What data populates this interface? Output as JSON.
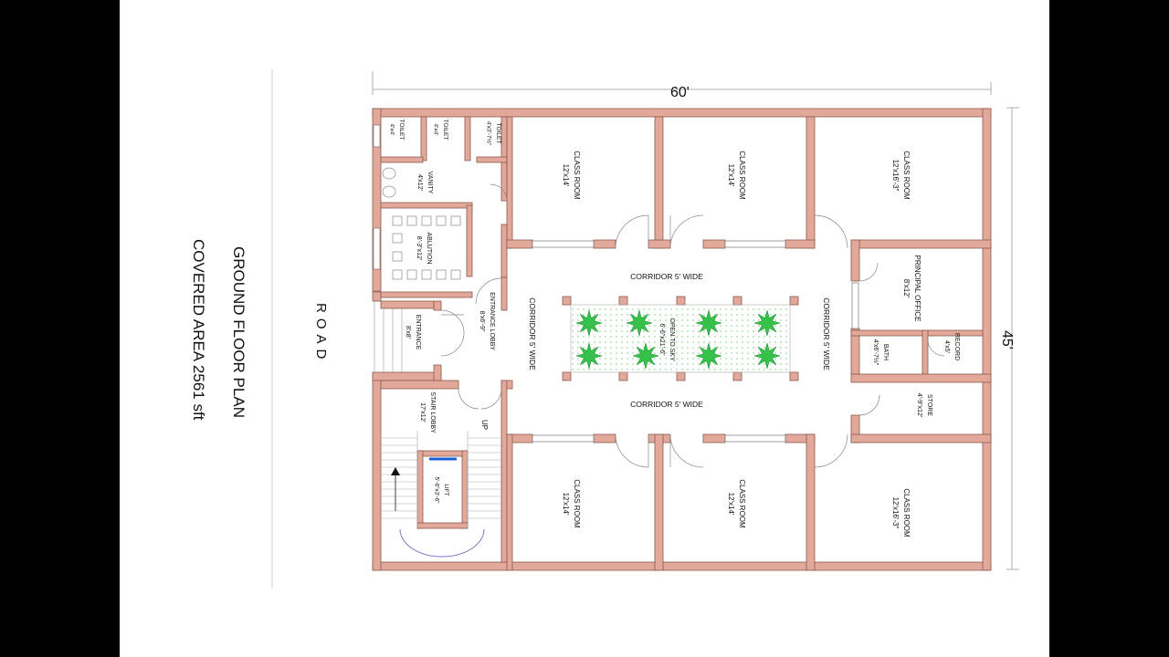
{
  "title": {
    "line1": "GROUND FLOOR PLAN",
    "line2": "COVERED AREA 2561 sft"
  },
  "road_label": "ROAD",
  "dimensions": {
    "width": "60'",
    "depth": "45'"
  },
  "rooms": {
    "toilet_1": {
      "name": "TOILET",
      "size": "4'x4'"
    },
    "toilet_2": {
      "name": "TOILET",
      "size": "4'x4'"
    },
    "toilet_3": {
      "name": "TOILET",
      "size": "4'x3'-7½\""
    },
    "vanity": {
      "name": "VANITY",
      "size": "4'x12'"
    },
    "ablution": {
      "name": "ABLUTION",
      "size": "8'-3\"x12'"
    },
    "entrance": {
      "name": "ENTRANCE",
      "size": "8'x8'"
    },
    "entrance_lobby": {
      "name": "ENTRANCE LOBBY",
      "size": "8'x6'-9\""
    },
    "stair_lobby": {
      "name": "STAIR LOBBY",
      "size": "17'x12'"
    },
    "up": "UP",
    "lift": {
      "name": "LIFT",
      "size": "5'-6\"x3'-6\""
    },
    "class_top_1": {
      "name": "CLASS ROOM",
      "size": "12'x14'"
    },
    "class_top_2": {
      "name": "CLASS ROOM",
      "size": "12'x14'"
    },
    "class_top_3": {
      "name": "CLASS ROOM",
      "size": "12'x16'-3\""
    },
    "class_bot_1": {
      "name": "CLASS ROOM",
      "size": "12'x14'"
    },
    "class_bot_2": {
      "name": "CLASS ROOM",
      "size": "12'x14'"
    },
    "class_bot_3": {
      "name": "CLASS ROOM",
      "size": "12'x16'-3\""
    },
    "principal": {
      "name": "PRINCIPAL OFFICE",
      "size": "8'x12'"
    },
    "bath": {
      "name": "BATH",
      "size": "4'x6'-7½\""
    },
    "record": {
      "name": "RECORD",
      "size": "4'x5'"
    },
    "store": {
      "name": "STORE",
      "size": "4'-9\"x12'"
    },
    "open_to_sky": {
      "name": "OPEN TO SKY",
      "size": "6'-6\"x21'-6\""
    },
    "corridor_top": "CORRIDOR 5' WIDE",
    "corridor_bottom": "CORRIDOR 5' WIDE",
    "corridor_left": "CORRIDOR 5' WIDE",
    "corridor_right": "CORRIDOR 5' WIDE"
  },
  "colors": {
    "wall": "#e2a899",
    "wall_stroke": "#8a5a4e",
    "plant": "#36c24a",
    "courtyard_dot": "#9bdc9b",
    "lift_line": "#1b5fd6",
    "background": "#000000",
    "sheet": "#ffffff"
  }
}
